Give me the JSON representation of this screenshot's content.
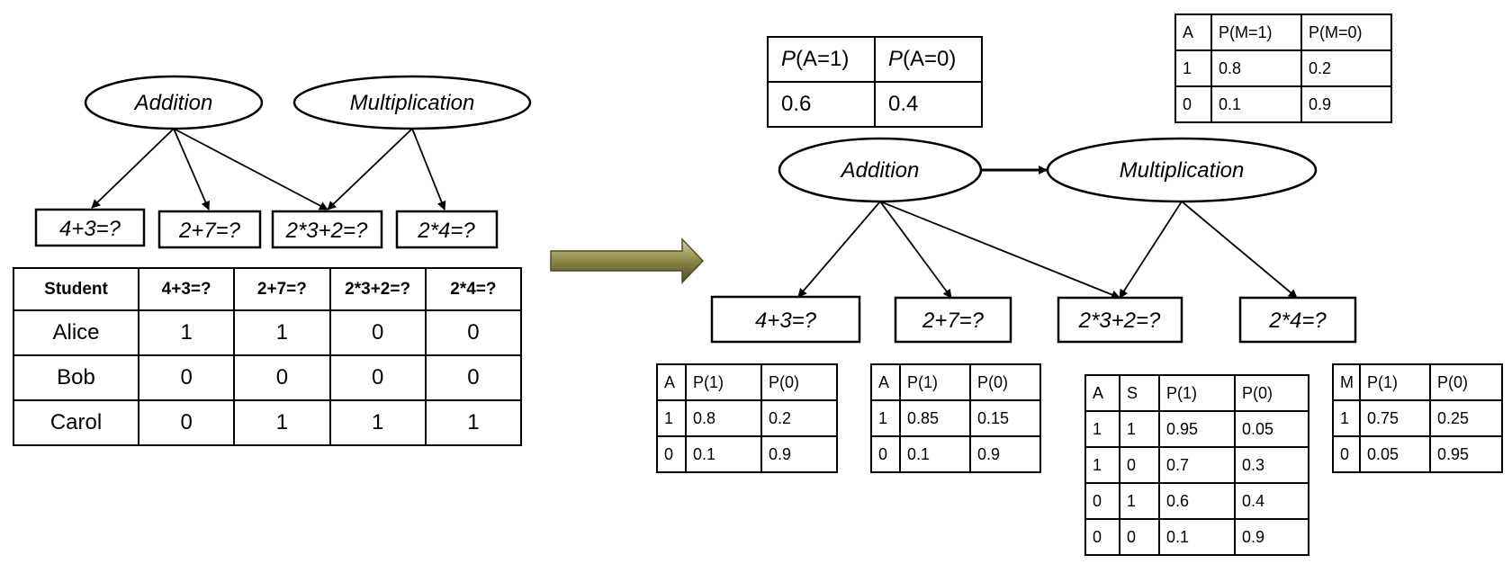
{
  "left_graph": {
    "nodes": {
      "addition": "Addition",
      "multiplication": "Multiplication"
    },
    "questions": [
      "4+3=?",
      "2+7=?",
      "2*3+2=?",
      "2*4=?"
    ]
  },
  "student_table": {
    "headers": [
      "Student",
      "4+3=?",
      "2+7=?",
      "2*3+2=?",
      "2*4=?"
    ],
    "rows": [
      [
        "Alice",
        "1",
        "1",
        "0",
        "0"
      ],
      [
        "Bob",
        "0",
        "0",
        "0",
        "0"
      ],
      [
        "Carol",
        "0",
        "1",
        "1",
        "1"
      ]
    ]
  },
  "right_graph": {
    "nodes": {
      "addition": "Addition",
      "multiplication": "Multiplication"
    },
    "questions": [
      "4+3=?",
      "2+7=?",
      "2*3+2=?",
      "2*4=?"
    ]
  },
  "cpt_addition": {
    "headers": [
      {
        "italic": "P",
        "rest": "(A=1)"
      },
      {
        "italic": "P",
        "rest": "(A=0)"
      }
    ],
    "rows": [
      [
        "0.6",
        "0.4"
      ]
    ]
  },
  "cpt_multiplication": {
    "headers": [
      "A",
      "P(M=1)",
      "P(M=0)"
    ],
    "rows": [
      [
        "1",
        "0.8",
        "0.2"
      ],
      [
        "0",
        "0.1",
        "0.9"
      ]
    ]
  },
  "cpt_q1": {
    "headers": [
      "A",
      "P(1)",
      "P(0)"
    ],
    "rows": [
      [
        "1",
        "0.8",
        "0.2"
      ],
      [
        "0",
        "0.1",
        "0.9"
      ]
    ]
  },
  "cpt_q2": {
    "headers": [
      "A",
      "P(1)",
      "P(0)"
    ],
    "rows": [
      [
        "1",
        "0.85",
        "0.15"
      ],
      [
        "0",
        "0.1",
        "0.9"
      ]
    ]
  },
  "cpt_q3": {
    "headers": [
      "A",
      "S",
      "P(1)",
      "P(0)"
    ],
    "rows": [
      [
        "1",
        "1",
        "0.95",
        "0.05"
      ],
      [
        "1",
        "0",
        "0.7",
        "0.3"
      ],
      [
        "0",
        "1",
        "0.6",
        "0.4"
      ],
      [
        "0",
        "0",
        "0.1",
        "0.9"
      ]
    ]
  },
  "cpt_q4": {
    "headers": [
      "M",
      "P(1)",
      "P(0)"
    ],
    "rows": [
      [
        "1",
        "0.75",
        "0.25"
      ],
      [
        "0",
        "0.05",
        "0.95"
      ]
    ]
  },
  "colors": {
    "arrow_fill_light": "#b8b27a",
    "arrow_fill_dark": "#6b6636",
    "stroke": "#000000"
  }
}
